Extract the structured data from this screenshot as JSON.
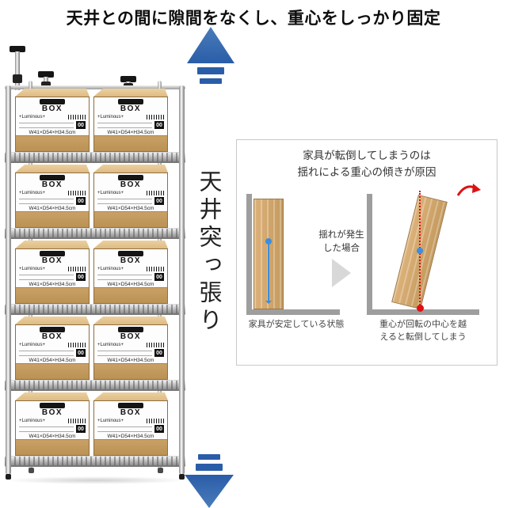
{
  "page": {
    "title": "天井との間に隙間をなくし、重心をしっかり固定",
    "vertical_label": "天井突っ張り"
  },
  "shelf": {
    "rows": 5,
    "boxes_per_row": 2,
    "box": {
      "label": "BOX",
      "brand": "+Luminous+",
      "badge": "00",
      "size": "W41×D54×H34.5cm"
    }
  },
  "panel": {
    "heading": [
      "家具が転倒してしまうのは",
      "揺れによる重心の傾きが原因"
    ],
    "shake_label": [
      "揺れが発生",
      "した場合"
    ],
    "stable_caption": "家具が安定している状態",
    "tip_caption": [
      "重心が回転の中心を越",
      "えると転倒してしまう"
    ]
  },
  "colors": {
    "arrow_blue": "#2a5da8",
    "arrow_blue_light": "#4a7cba",
    "accent_blue": "#3b8ede",
    "accent_red": "#dd1111",
    "wood": "#ddb27a",
    "wood_dark": "#c49a5e",
    "kraft": "#c9a066",
    "structure_gray": "#9e9e9e"
  }
}
